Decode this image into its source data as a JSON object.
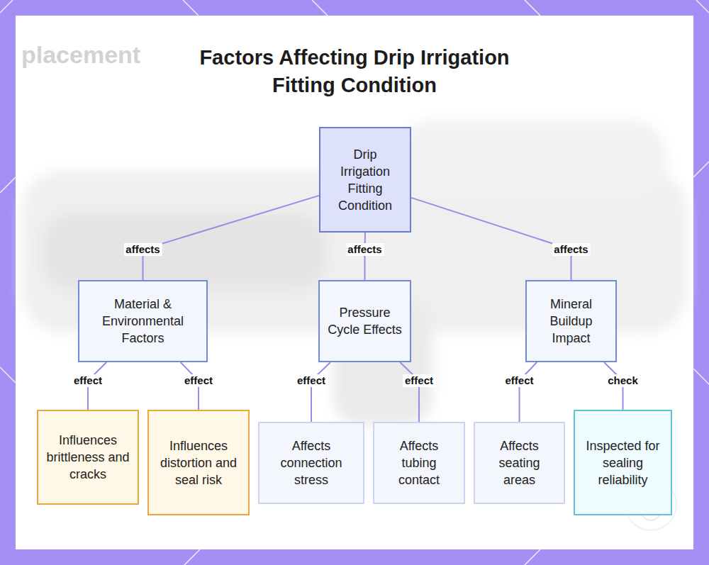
{
  "diagram": {
    "title": "Factors Affecting Drip Irrigation Fitting Condition",
    "nodes": [
      {
        "text": [
          "Drip Irrigation Fitting Condition"
        ]
      },
      {
        "text": [
          "Material & Environmental Factors"
        ]
      },
      {
        "text": [
          "Pressure Cycle Effects"
        ]
      },
      {
        "text": [
          "Mineral Buildup Impact"
        ]
      },
      {
        "text": [
          "Influences brittleness and cracks"
        ]
      },
      {
        "text": [
          "Influences distortion and seal risk"
        ]
      },
      {
        "text": [
          "Affects connection stress"
        ]
      },
      {
        "text": [
          "Affects tubing contact"
        ]
      },
      {
        "text": [
          "Affects seating areas"
        ]
      },
      {
        "text": [
          "Inspected for sealing reliability"
        ]
      }
    ],
    "edges": [
      {
        "from": 0,
        "to": 1,
        "label": "affects",
        "arrow": "none"
      },
      {
        "from": 0,
        "to": 2,
        "label": "affects",
        "arrow": "none"
      },
      {
        "from": 0,
        "to": 3,
        "label": "affects",
        "arrow": "none"
      },
      {
        "from": 1,
        "to": 4,
        "label": "effect",
        "arrow": "none"
      },
      {
        "from": 1,
        "to": 5,
        "label": "effect",
        "arrow": "none"
      },
      {
        "from": 2,
        "to": 6,
        "label": "effect",
        "arrow": "none"
      },
      {
        "from": 2,
        "to": 7,
        "label": "effect",
        "arrow": "none"
      },
      {
        "from": 3,
        "to": 8,
        "label": "effect",
        "arrow": "none"
      },
      {
        "from": 3,
        "to": 9,
        "label": "check",
        "arrow": "none"
      }
    ],
    "labels": [
      "placement"
    ]
  }
}
